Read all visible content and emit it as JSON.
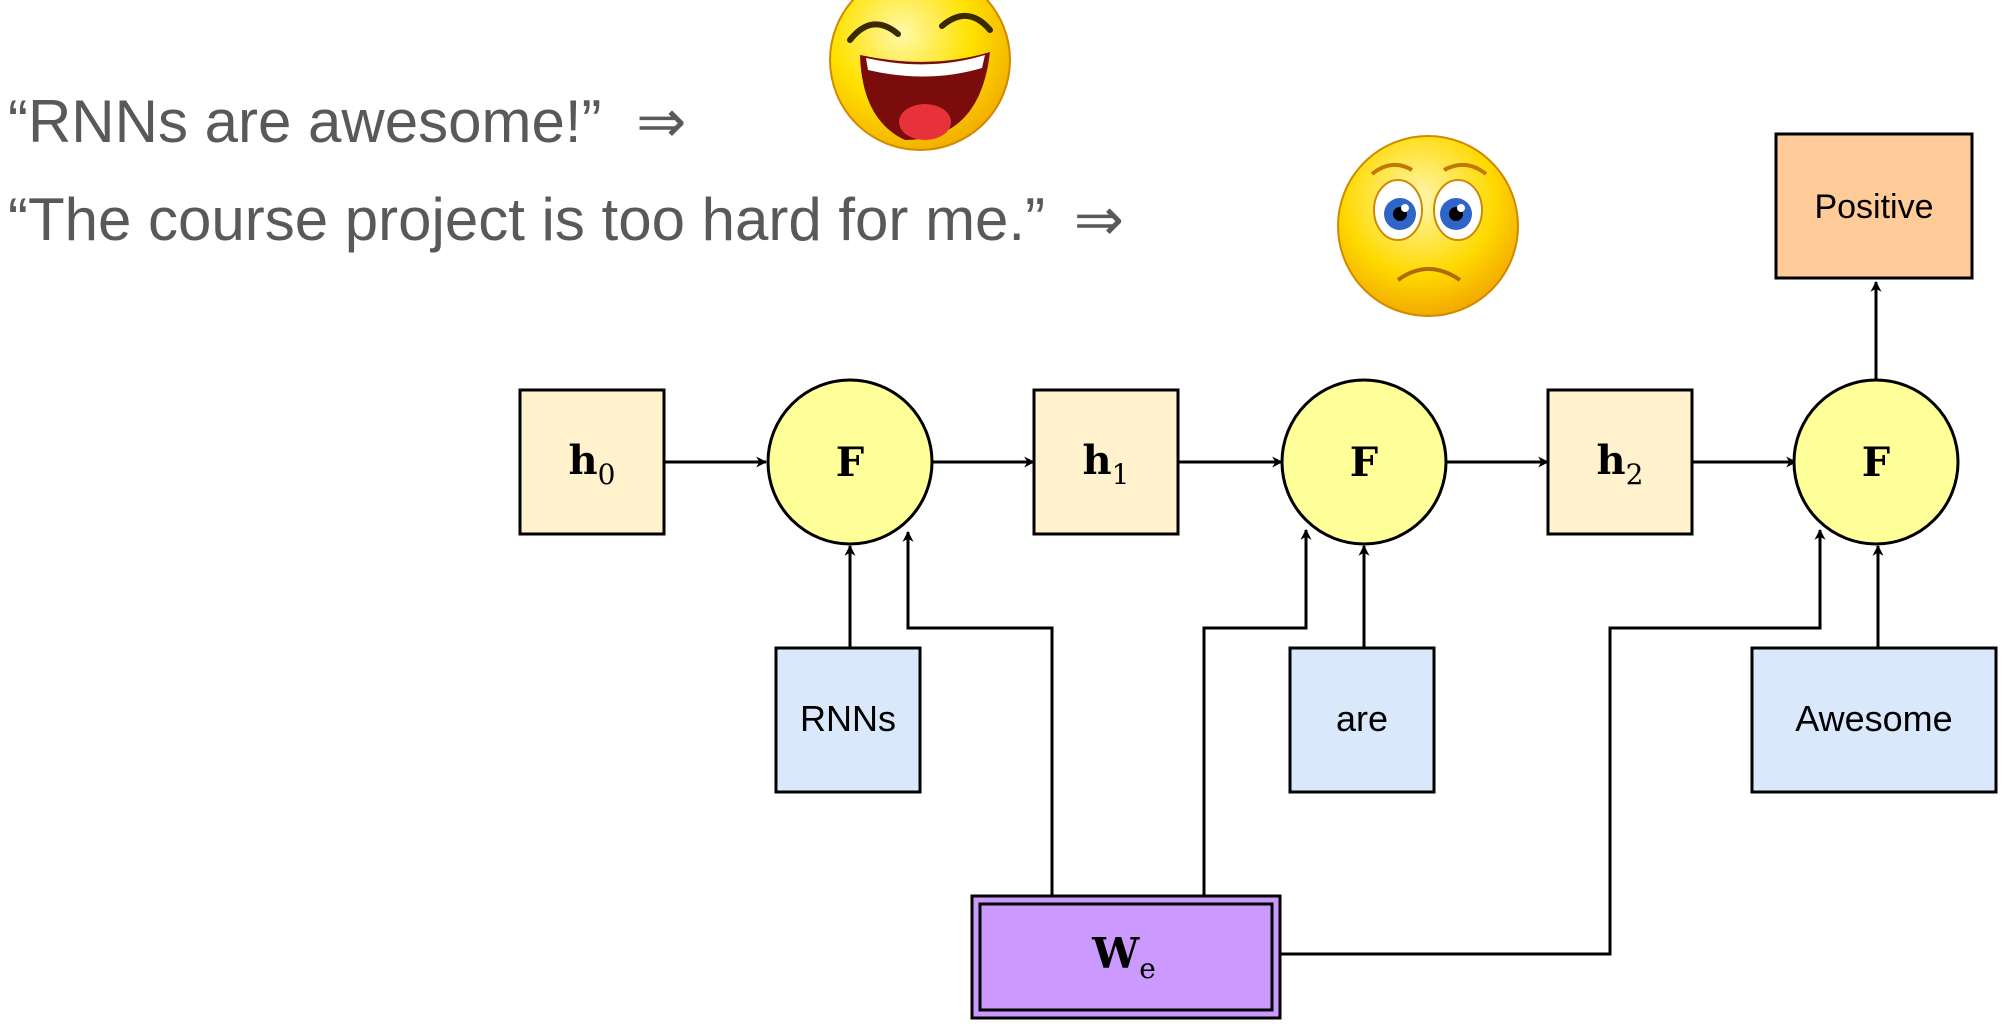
{
  "sentences": [
    {
      "text": "“RNNs are awesome!”",
      "arrow": "⇒",
      "emoji": "laughing-face"
    },
    {
      "text": "“The course project is too hard for me.”",
      "arrow": "⇒",
      "emoji": "sad-face"
    }
  ],
  "diagram": {
    "hidden_states": [
      {
        "base": "h",
        "sub": "0"
      },
      {
        "base": "h",
        "sub": "1"
      },
      {
        "base": "h",
        "sub": "2"
      }
    ],
    "function_label": "F",
    "inputs": [
      "RNNs",
      "are",
      "Awesome"
    ],
    "embedding": {
      "base": "W",
      "sub": "e"
    },
    "output": "Positive"
  },
  "colors": {
    "hidden_fill": "#fff2cc",
    "function_fill": "#ffff99",
    "input_fill": "#dae8fc",
    "embedding_fill": "#cc99ff",
    "output_fill": "#ffcc99",
    "text_gray": "#595959",
    "stroke": "#000000"
  }
}
